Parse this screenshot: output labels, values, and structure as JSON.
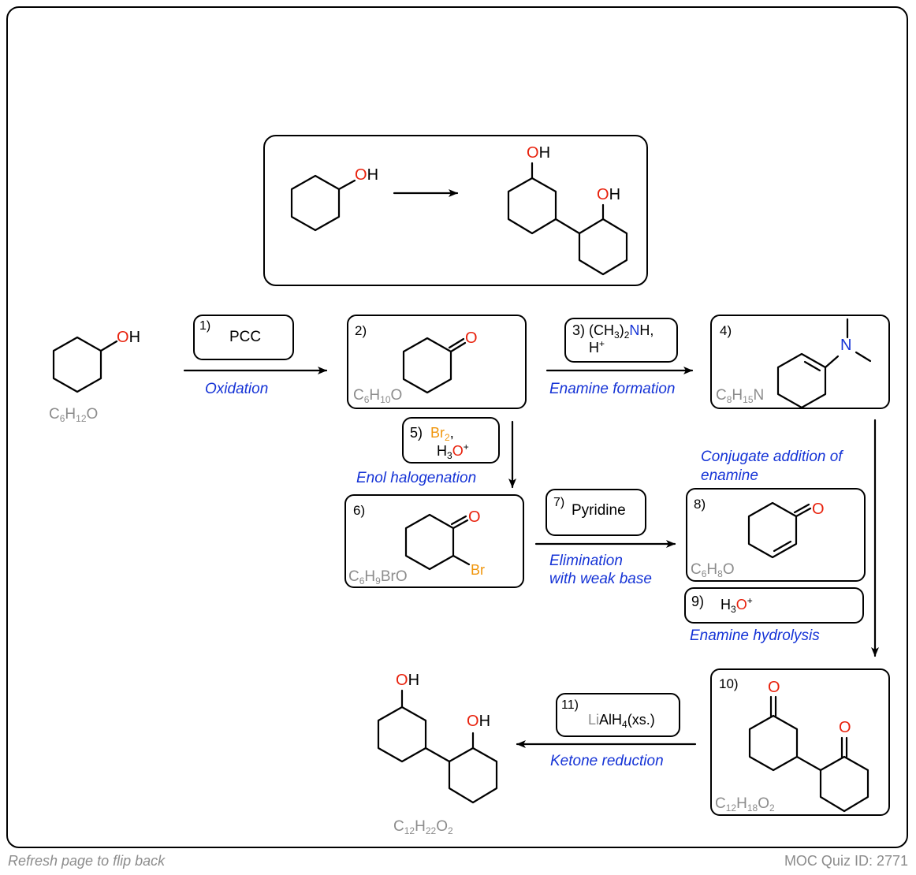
{
  "footer": {
    "left": "Refresh page to flip back",
    "right": "MOC Quiz ID: 2771"
  },
  "atoms": {
    "O": "O",
    "H": "H",
    "N": "N",
    "Br": "Br",
    "OH": "OH"
  },
  "steps": {
    "s1": {
      "num": "1)",
      "reagent": "PCC",
      "caption": "Oxidation"
    },
    "s2": {
      "num": "2)",
      "formula": [
        "C",
        "6",
        "H",
        "10",
        "O"
      ]
    },
    "s3": {
      "num": "3)",
      "reagent_a": "(CH",
      "reagent_b": "3",
      "reagent_c": ")",
      "reagent_d": "2",
      "reagent_n": "N",
      "reagent_e": "H,",
      "reagent_h": "H",
      "reagent_plus": "+",
      "caption": "Enamine formation"
    },
    "s4": {
      "num": "4)",
      "formula": [
        "C",
        "8",
        "H",
        "15",
        "N"
      ]
    },
    "s5": {
      "num": "5)",
      "reagent_br": "Br",
      "reagent_br_sub": "2",
      "reagent_comma": ",",
      "reagent_h3": "H",
      "reagent_3": "3",
      "reagent_o": "O",
      "reagent_plus": "+",
      "caption": "Enol halogenation"
    },
    "s6": {
      "num": "6)",
      "formula": [
        "C",
        "6",
        "H",
        "9",
        "BrO"
      ]
    },
    "s7": {
      "num": "7)",
      "reagent": "Pyridine",
      "caption_1": "Elimination",
      "caption_2": "with weak base"
    },
    "s8": {
      "num": "8)",
      "formula": [
        "C",
        "6",
        "H",
        "8",
        "O"
      ],
      "caption_1": "Conjugate addition of",
      "caption_2": "enamine"
    },
    "s9": {
      "num": "9)",
      "reagent_h": "H",
      "reagent_3": "3",
      "reagent_o": "O",
      "reagent_plus": "+",
      "caption": "Enamine hydrolysis"
    },
    "s10": {
      "num": "10)",
      "formula": [
        "C",
        "12",
        "H",
        "18",
        "O",
        "2"
      ]
    },
    "s11": {
      "num": "11)",
      "reagent_li": "Li",
      "reagent_al": "AlH",
      "reagent_4": "4",
      "reagent_xs": "(xs.)",
      "caption": "Ketone reduction"
    }
  },
  "start_formula": [
    "C",
    "6",
    "H",
    "12",
    "O"
  ],
  "final_formula": [
    "C",
    "12",
    "H",
    "22",
    "O",
    "2"
  ],
  "colors": {
    "oxygen": "#e8210c",
    "nitrogen": "#1533d6",
    "bromine": "#f0950b",
    "caption": "#1533d6",
    "formula": "#8c8c8c"
  }
}
